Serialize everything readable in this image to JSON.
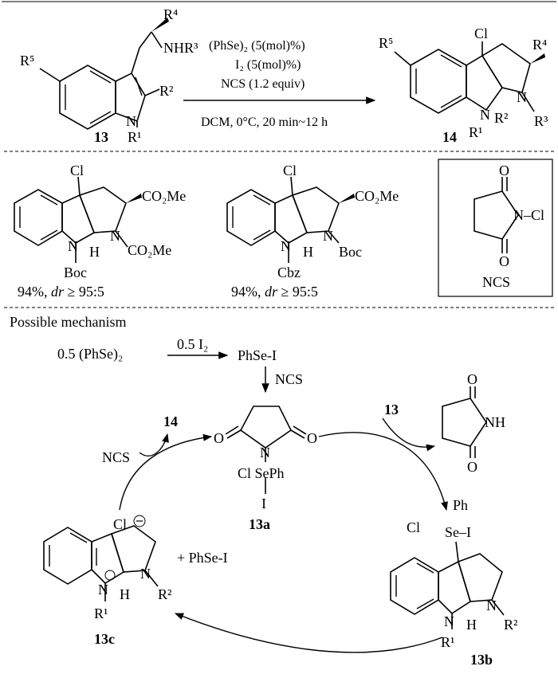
{
  "reaction": {
    "reagents": [
      "(PhSe)₂ (5(mol)%)",
      "I₂ (5(mol)%)",
      "NCS (1.2 equiv)"
    ],
    "conditions": "DCM, 0°C, 20 min~12 h",
    "substrate_label": "13",
    "product_label": "14",
    "substrate_groups": {
      "r1": "R¹",
      "r2": "R²",
      "r3": "NHR³",
      "r4": "R⁴",
      "r5": "R⁵"
    },
    "product_groups": {
      "cl": "Cl",
      "r1": "R¹",
      "r2": "R²",
      "r3": "R³",
      "r4": "R⁴",
      "r5": "R⁵"
    }
  },
  "examples": [
    {
      "yield": "94%, ",
      "dr": "dr",
      "ratio": " ≥ 95:5",
      "n_protect": "Boc",
      "ester": "CO₂Me",
      "n2": "CO₂Me"
    },
    {
      "yield": "94%, ",
      "dr": "dr",
      "ratio": " ≥ 95:5",
      "n_protect": "Cbz",
      "ester": "CO₂Me",
      "n2": "Boc"
    }
  ],
  "ncs_box": {
    "label": "NCS",
    "o": "O",
    "ncl": "N–Cl"
  },
  "mechanism": {
    "title": "Possible mechanism",
    "start": "0.5 (PhSe)₂",
    "over_arrow": "0.5 I₂",
    "phsei": "PhSe-I",
    "ncs": "NCS",
    "label_13a": "13a",
    "label_13b": "13b",
    "label_13c": "13c",
    "label_13": "13",
    "label_14": "14",
    "ncs_cycle": "NCS",
    "plus_phsei": "+ PhSe-I",
    "cl_minus": "Cl",
    "clse": "Cl SePh",
    "i": "I",
    "ph": "Ph",
    "sei": "Se–I",
    "cl": "Cl",
    "h": "H",
    "n": "N",
    "nh": "NH",
    "o": "O",
    "r1": "R¹",
    "r2": "R²"
  }
}
